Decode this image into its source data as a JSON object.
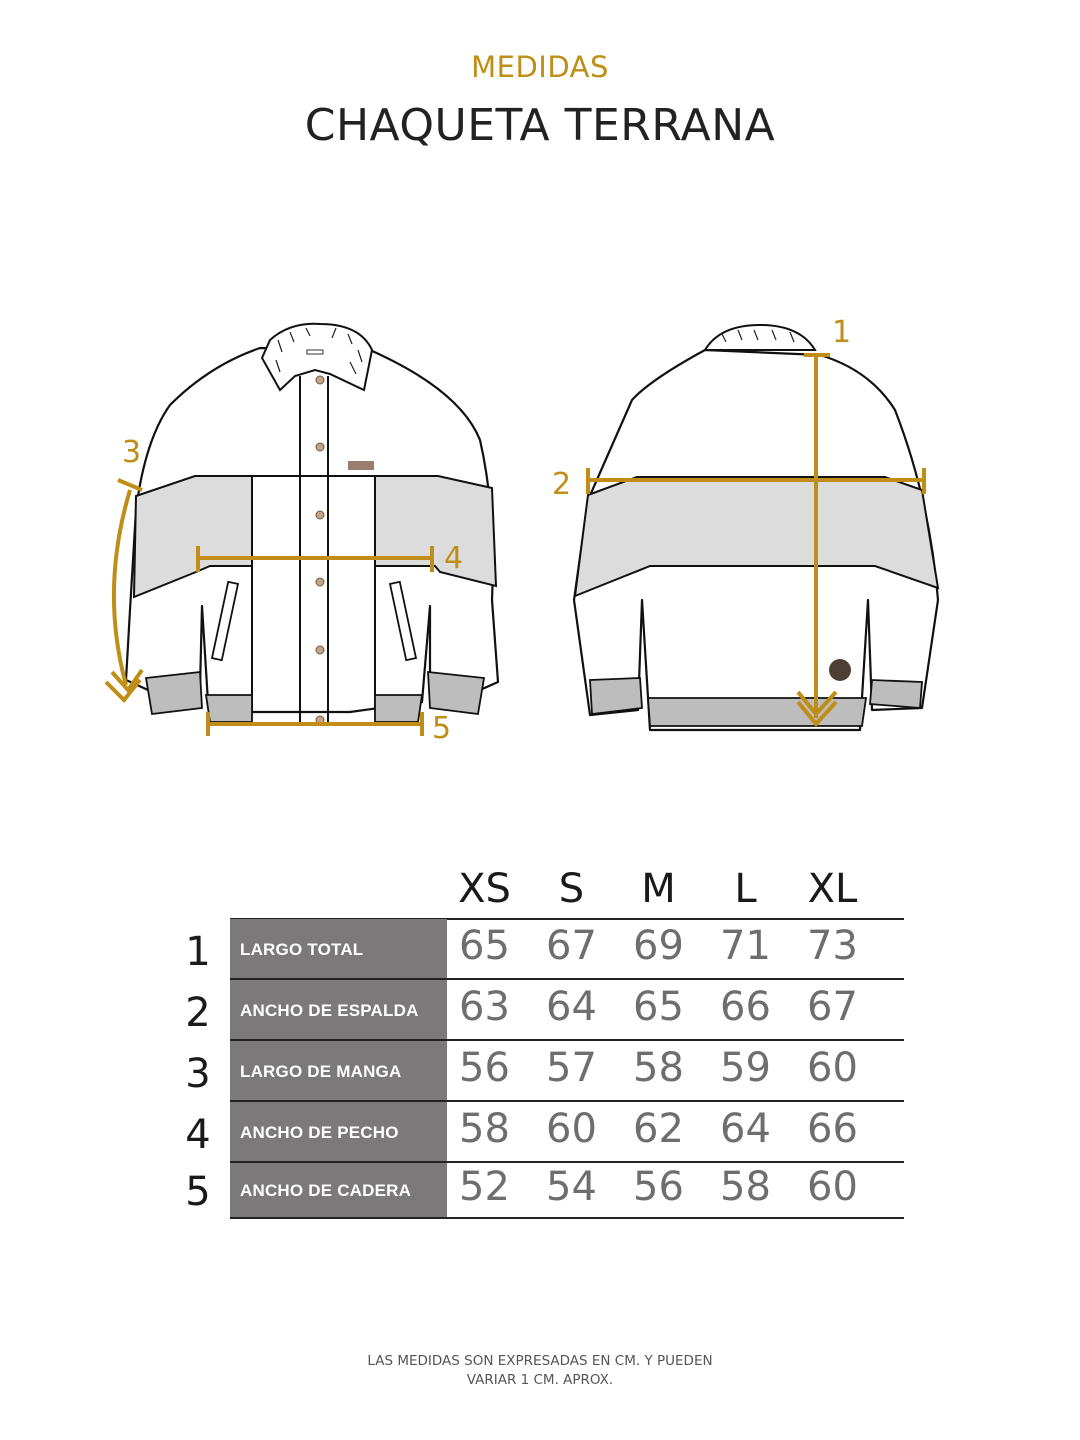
{
  "header": {
    "subtitle": "MEDIDAS",
    "title": "CHAQUETA TERRANA"
  },
  "colors": {
    "accent": "#c08e16",
    "label_bg": "#7b797a",
    "value_text": "#6e6e6e",
    "panel_gray": "#dcdcdc"
  },
  "figures": {
    "front": {
      "markers": [
        {
          "id": "3",
          "label": "3",
          "type": "curved-arrow",
          "meaning": "sleeve length"
        },
        {
          "id": "4",
          "label": "4",
          "type": "horizontal-bar",
          "meaning": "chest width"
        },
        {
          "id": "5",
          "label": "5",
          "type": "horizontal-bar",
          "meaning": "hip width"
        }
      ]
    },
    "back": {
      "markers": [
        {
          "id": "1",
          "label": "1",
          "type": "vertical-arrow",
          "meaning": "total length"
        },
        {
          "id": "2",
          "label": "2",
          "type": "horizontal-bar",
          "meaning": "back width"
        }
      ]
    }
  },
  "table": {
    "sizes": [
      "XS",
      "S",
      "M",
      "L",
      "XL"
    ],
    "rows": [
      {
        "num": "1",
        "label": "LARGO TOTAL",
        "values": [
          "65",
          "67",
          "69",
          "71",
          "73"
        ]
      },
      {
        "num": "2",
        "label": "ANCHO DE ESPALDA",
        "values": [
          "63",
          "64",
          "65",
          "66",
          "67"
        ]
      },
      {
        "num": "3",
        "label": "LARGO DE MANGA",
        "values": [
          "56",
          "57",
          "58",
          "59",
          "60"
        ]
      },
      {
        "num": "4",
        "label": "ANCHO DE PECHO",
        "values": [
          "58",
          "60",
          "62",
          "64",
          "66"
        ]
      },
      {
        "num": "5",
        "label": "ANCHO DE CADERA",
        "values": [
          "52",
          "54",
          "56",
          "58",
          "60"
        ]
      }
    ]
  },
  "chart_data": {
    "type": "table",
    "title": "CHAQUETA TERRANA",
    "subtitle": "MEDIDAS",
    "columns": [
      "XS",
      "S",
      "M",
      "L",
      "XL"
    ],
    "series": [
      {
        "name": "LARGO TOTAL",
        "values": [
          65,
          67,
          69,
          71,
          73
        ]
      },
      {
        "name": "ANCHO DE ESPALDA",
        "values": [
          63,
          64,
          65,
          66,
          67
        ]
      },
      {
        "name": "LARGO DE MANGA",
        "values": [
          56,
          57,
          58,
          59,
          60
        ]
      },
      {
        "name": "ANCHO DE PECHO",
        "values": [
          58,
          60,
          62,
          64,
          66
        ]
      },
      {
        "name": "ANCHO DE CADERA",
        "values": [
          52,
          54,
          56,
          58,
          60
        ]
      }
    ],
    "unit": "cm"
  },
  "footer": {
    "line1": "LAS MEDIDAS SON EXPRESADAS EN CM. Y PUEDEN",
    "line2": "VARIAR 1 CM. APROX."
  }
}
